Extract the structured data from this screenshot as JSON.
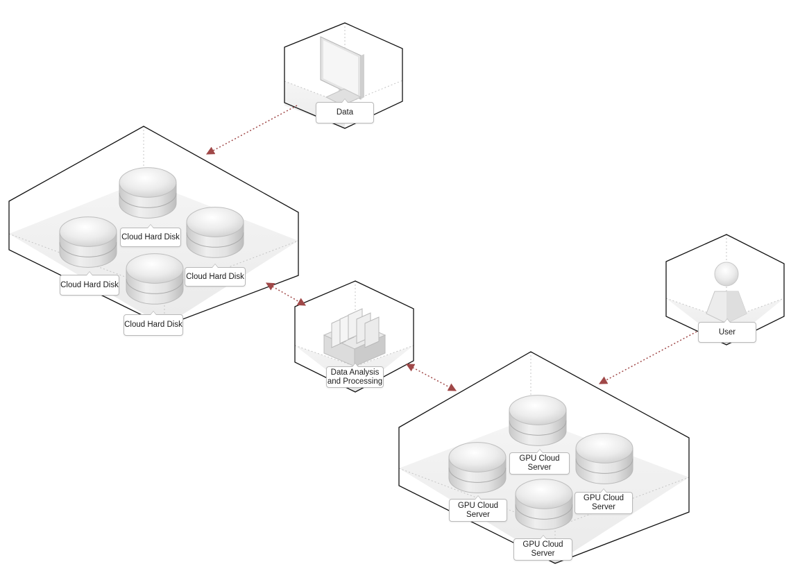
{
  "nodes": {
    "data": {
      "label": "Data",
      "icon": "monitor-icon"
    },
    "storage": {
      "disks": [
        {
          "label": "Cloud Hard Disk"
        },
        {
          "label": "Cloud Hard Disk"
        },
        {
          "label": "Cloud Hard Disk"
        },
        {
          "label": "Cloud Hard Disk"
        }
      ],
      "icon": "database-icon"
    },
    "processing": {
      "label": "Data Analysis\nand Processing",
      "icon": "server-blade-icon"
    },
    "user": {
      "label": "User",
      "icon": "user-icon"
    },
    "gpu": {
      "servers": [
        {
          "label": "GPU Cloud\nServer"
        },
        {
          "label": "GPU Cloud\nServer"
        },
        {
          "label": "GPU Cloud\nServer"
        },
        {
          "label": "GPU Cloud\nServer"
        }
      ],
      "icon": "database-icon"
    }
  },
  "connections": [
    {
      "from": "Data",
      "to": "Cloud Hard Disk group",
      "style": "dotted",
      "direction": "one-way"
    },
    {
      "from": "Cloud Hard Disk group",
      "to": "Data Analysis and Processing",
      "style": "dotted",
      "direction": "two-way"
    },
    {
      "from": "Data Analysis and Processing",
      "to": "GPU Cloud Server group",
      "style": "dotted",
      "direction": "two-way"
    },
    {
      "from": "User",
      "to": "GPU Cloud Server group",
      "style": "dotted",
      "direction": "one-way"
    }
  ],
  "colors": {
    "connector": "#a04848",
    "outline": "#111111",
    "floor": "#eeeeee",
    "guide": "#bbbbbb"
  }
}
